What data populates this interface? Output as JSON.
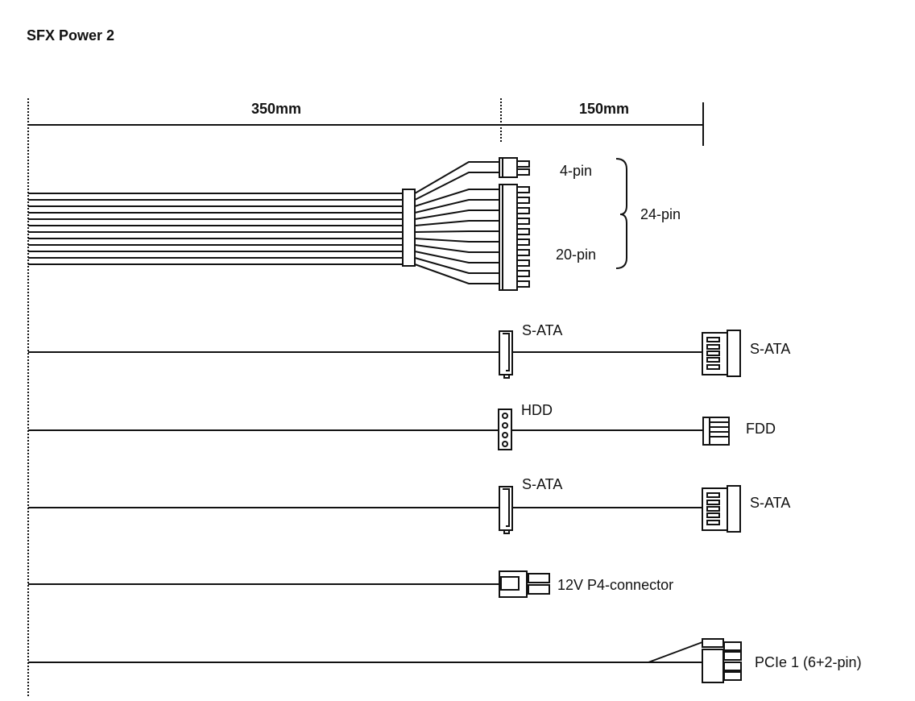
{
  "title": "SFX Power 2",
  "ruler": {
    "first_segment": "350mm",
    "second_segment": "150mm"
  },
  "cables": {
    "atx": {
      "label_4pin": "4-pin",
      "label_20pin": "20-pin",
      "label_24pin": "24-pin"
    },
    "sata1": {
      "mid_label": "S-ATA",
      "end_label": "S-ATA"
    },
    "molex": {
      "mid_label": "HDD",
      "end_label": "FDD"
    },
    "sata2": {
      "mid_label": "S-ATA",
      "end_label": "S-ATA"
    },
    "p4": {
      "label": "12V P4-connector"
    },
    "pcie": {
      "label": "PCIe 1 (6+2-pin)"
    }
  },
  "colors": {
    "ink": "#111111",
    "background": "#ffffff"
  }
}
